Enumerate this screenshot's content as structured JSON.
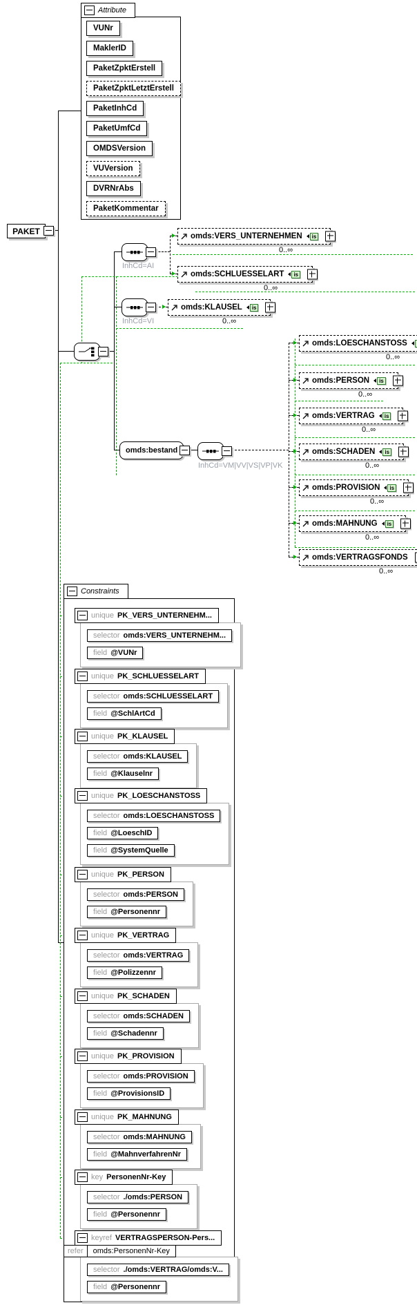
{
  "root_element": {
    "name": "PAKET"
  },
  "attribute_group": {
    "title": "Attribute",
    "attributes": [
      {
        "name": "VUNr"
      },
      {
        "name": "MaklerID"
      },
      {
        "name": "PaketZpktErstell"
      },
      {
        "name": "PaketZpktLetztErstell"
      },
      {
        "name": "PaketInhCd"
      },
      {
        "name": "PaketUmfCd"
      },
      {
        "name": "OMDSVersion"
      },
      {
        "name": "VUVersion"
      },
      {
        "name": "DVRNrAbs"
      },
      {
        "name": "PaketKommentar"
      }
    ]
  },
  "content_model": {
    "sequence_labels": {
      "ai": "InhCd=AI",
      "vi": "InhCd=VI",
      "bestand": "InhCd=VM|VV|VS|VP|VK"
    },
    "bestand": {
      "name": "omds:bestand"
    },
    "elements": [
      {
        "name": "omds:VERS_UNTERNEHMEN",
        "cardinality": "0..∞",
        "badge": "is"
      },
      {
        "name": "omds:SCHLUESSELART",
        "cardinality": "0..∞",
        "badge": "is"
      },
      {
        "name": "omds:KLAUSEL",
        "cardinality": "0..∞",
        "badge": "is"
      },
      {
        "name": "omds:LOESCHANSTOSS",
        "cardinality": "0..∞",
        "badge": "is"
      },
      {
        "name": "omds:PERSON",
        "cardinality": "0..∞",
        "badge": "is"
      },
      {
        "name": "omds:VERTRAG",
        "cardinality": "0..∞",
        "badge": "is"
      },
      {
        "name": "omds:SCHADEN",
        "cardinality": "0..∞",
        "badge": "is"
      },
      {
        "name": "omds:PROVISION",
        "cardinality": "0..∞",
        "badge": "is"
      },
      {
        "name": "omds:MAHNUNG",
        "cardinality": "0..∞",
        "badge": "is"
      },
      {
        "name": "omds:VERTRAGSFONDS",
        "cardinality": "0..∞"
      }
    ]
  },
  "constraints_group": {
    "title": "Constraints",
    "items": [
      {
        "kind": "unique",
        "name": "PK_VERS_UNTERNEHM...",
        "selector_label": "selector",
        "selector": "omds:VERS_UNTERNEHM...",
        "field_label": "field",
        "field1": "@VUNr"
      },
      {
        "kind": "unique",
        "name": "PK_SCHLUESSELART",
        "selector_label": "selector",
        "selector": "omds:SCHLUESSELART",
        "field_label": "field",
        "field1": "@SchlArtCd"
      },
      {
        "kind": "unique",
        "name": "PK_KLAUSEL",
        "selector_label": "selector",
        "selector": "omds:KLAUSEL",
        "field_label": "field",
        "field1": "@Klauselnr"
      },
      {
        "kind": "unique",
        "name": "PK_LOESCHANSTOSS",
        "selector_label": "selector",
        "selector": "omds:LOESCHANSTOSS",
        "field_label": "field",
        "field1": "@LoeschID",
        "field2": "@SystemQuelle"
      },
      {
        "kind": "unique",
        "name": "PK_PERSON",
        "selector_label": "selector",
        "selector": "omds:PERSON",
        "field_label": "field",
        "field1": "@Personennr"
      },
      {
        "kind": "unique",
        "name": "PK_VERTRAG",
        "selector_label": "selector",
        "selector": "omds:VERTRAG",
        "field_label": "field",
        "field1": "@Polizzennr"
      },
      {
        "kind": "unique",
        "name": "PK_SCHADEN",
        "selector_label": "selector",
        "selector": "omds:SCHADEN",
        "field_label": "field",
        "field1": "@Schadennr"
      },
      {
        "kind": "unique",
        "name": "PK_PROVISION",
        "selector_label": "selector",
        "selector": "omds:PROVISION",
        "field_label": "field",
        "field1": "@ProvisionsID"
      },
      {
        "kind": "unique",
        "name": "PK_MAHNUNG",
        "selector_label": "selector",
        "selector": "omds:MAHNUNG",
        "field_label": "field",
        "field1": "@MahnverfahrenNr"
      },
      {
        "kind": "key",
        "name": "PersonenNr-Key",
        "selector_label": "selector",
        "selector": "./omds:PERSON",
        "field_label": "field",
        "field1": "@Personennr"
      },
      {
        "kind": "keyref",
        "name": "VERTRAGSPERSON-Pers...",
        "refer_label": "refer",
        "refer": "omds:PersonenNr-Key",
        "selector_label": "selector",
        "selector": "./omds:VERTRAG/omds:V...",
        "field_label": "field",
        "field1": "@Personennr"
      }
    ]
  }
}
